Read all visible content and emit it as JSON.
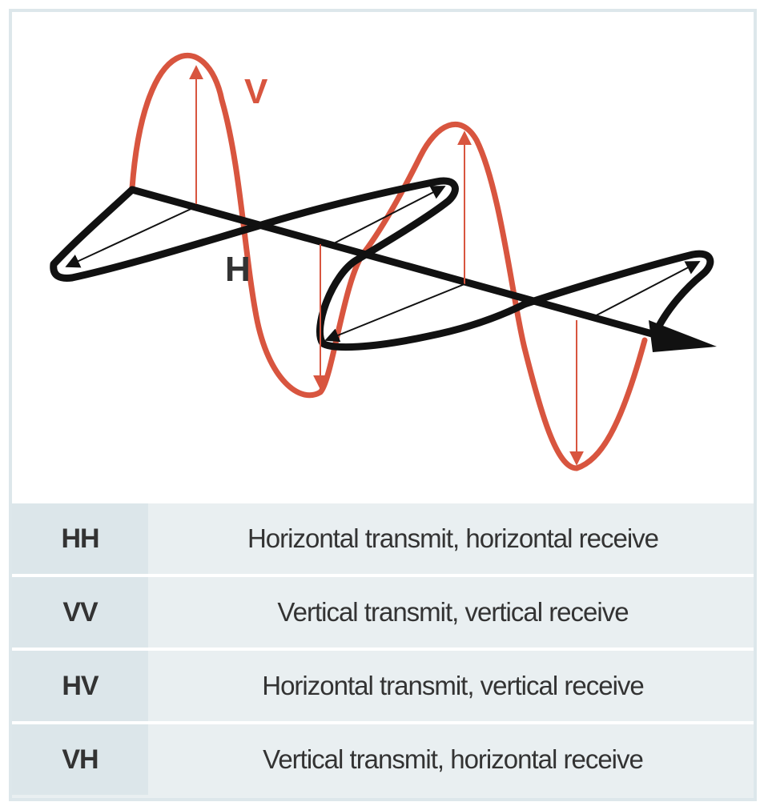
{
  "diagram": {
    "label_v": "V",
    "label_h": "H",
    "colors": {
      "vertical_wave": "#d8553f",
      "horizontal_wave": "#111111",
      "label_h": "#333333"
    }
  },
  "table": {
    "rows": [
      {
        "code": "HH",
        "description": "Horizontal transmit, horizontal receive"
      },
      {
        "code": "VV",
        "description": "Vertical transmit, vertical receive"
      },
      {
        "code": "HV",
        "description": "Horizontal transmit, vertical receive"
      },
      {
        "code": "VH",
        "description": "Vertical transmit, horizontal receive"
      }
    ],
    "colors": {
      "code_cell": "#dce6ea",
      "description_cell": "#e9eff1",
      "border": "#dde7eb"
    }
  }
}
